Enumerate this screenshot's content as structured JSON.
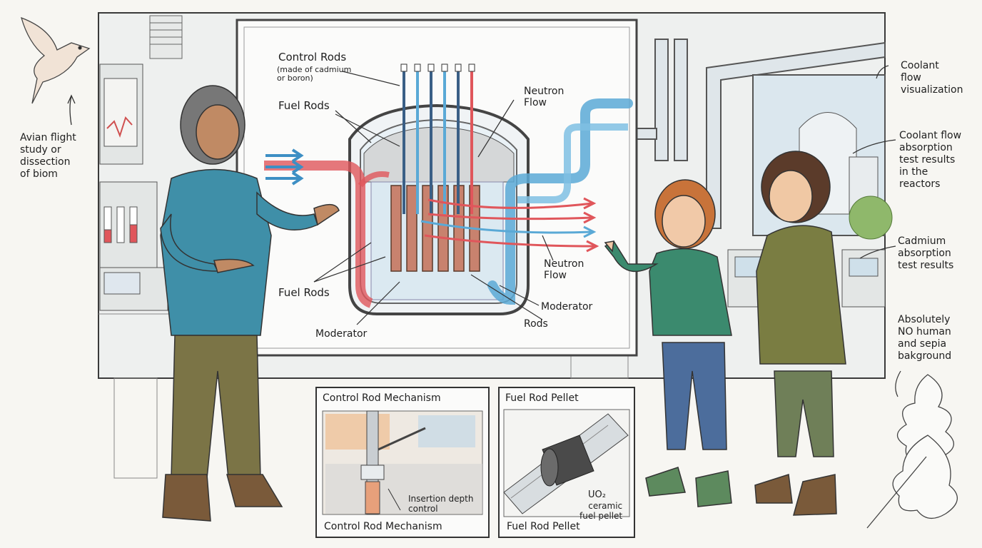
{
  "colors": {
    "paper": "#f7f6f2",
    "ink": "#2a2a2a",
    "coolant_blue": "#5aa9d6",
    "hot_red": "#e0565b",
    "teal_shirt": "#3f8fa8",
    "khaki": "#7b7446",
    "jacket_green": "#3b8a6e",
    "olive_jacket": "#7a7d42"
  },
  "notes": {
    "bird": "Avian flight\nstudy or\ndissection\nof biom",
    "coolant_visual": "Coolant\nflow\nvisualization",
    "coolant_results": "Coolant flow\nabsorption\ntest results\nin the\nreactors",
    "cadmium": "Cadmium\nabsorption\ntest results",
    "no_human": "Absolutely\nNO human\nand  sepia\nbakground"
  },
  "diagram": {
    "control_rods": "Control Rods",
    "control_rods_sub": "(made of cadmium\nor boron)",
    "fuel_rods_top": "Fuel Rods",
    "neutron_flow_top": "Neutron\nFlow",
    "neutron_flow_right": "Neutron\nFlow",
    "fuel_rods_bottom": "Fuel Rods",
    "moderator_left": "Moderator",
    "moderator_right": "Moderator",
    "rods": "Rods"
  },
  "inset_control": {
    "title_top": "Control Rod Mechanism",
    "title_bottom": "Control Rod Mechanism",
    "callout": "Insertion depth\ncontrol"
  },
  "inset_pellet": {
    "title_top": "Fuel Rod Pellet",
    "title_bottom": "Fuel Rod Pellet",
    "formula": "UO₂",
    "callout": "ceramic\nfuel pellet"
  },
  "icons": [
    "bird-icon",
    "oak-leaf-icon",
    "reactor-dome-icon"
  ]
}
